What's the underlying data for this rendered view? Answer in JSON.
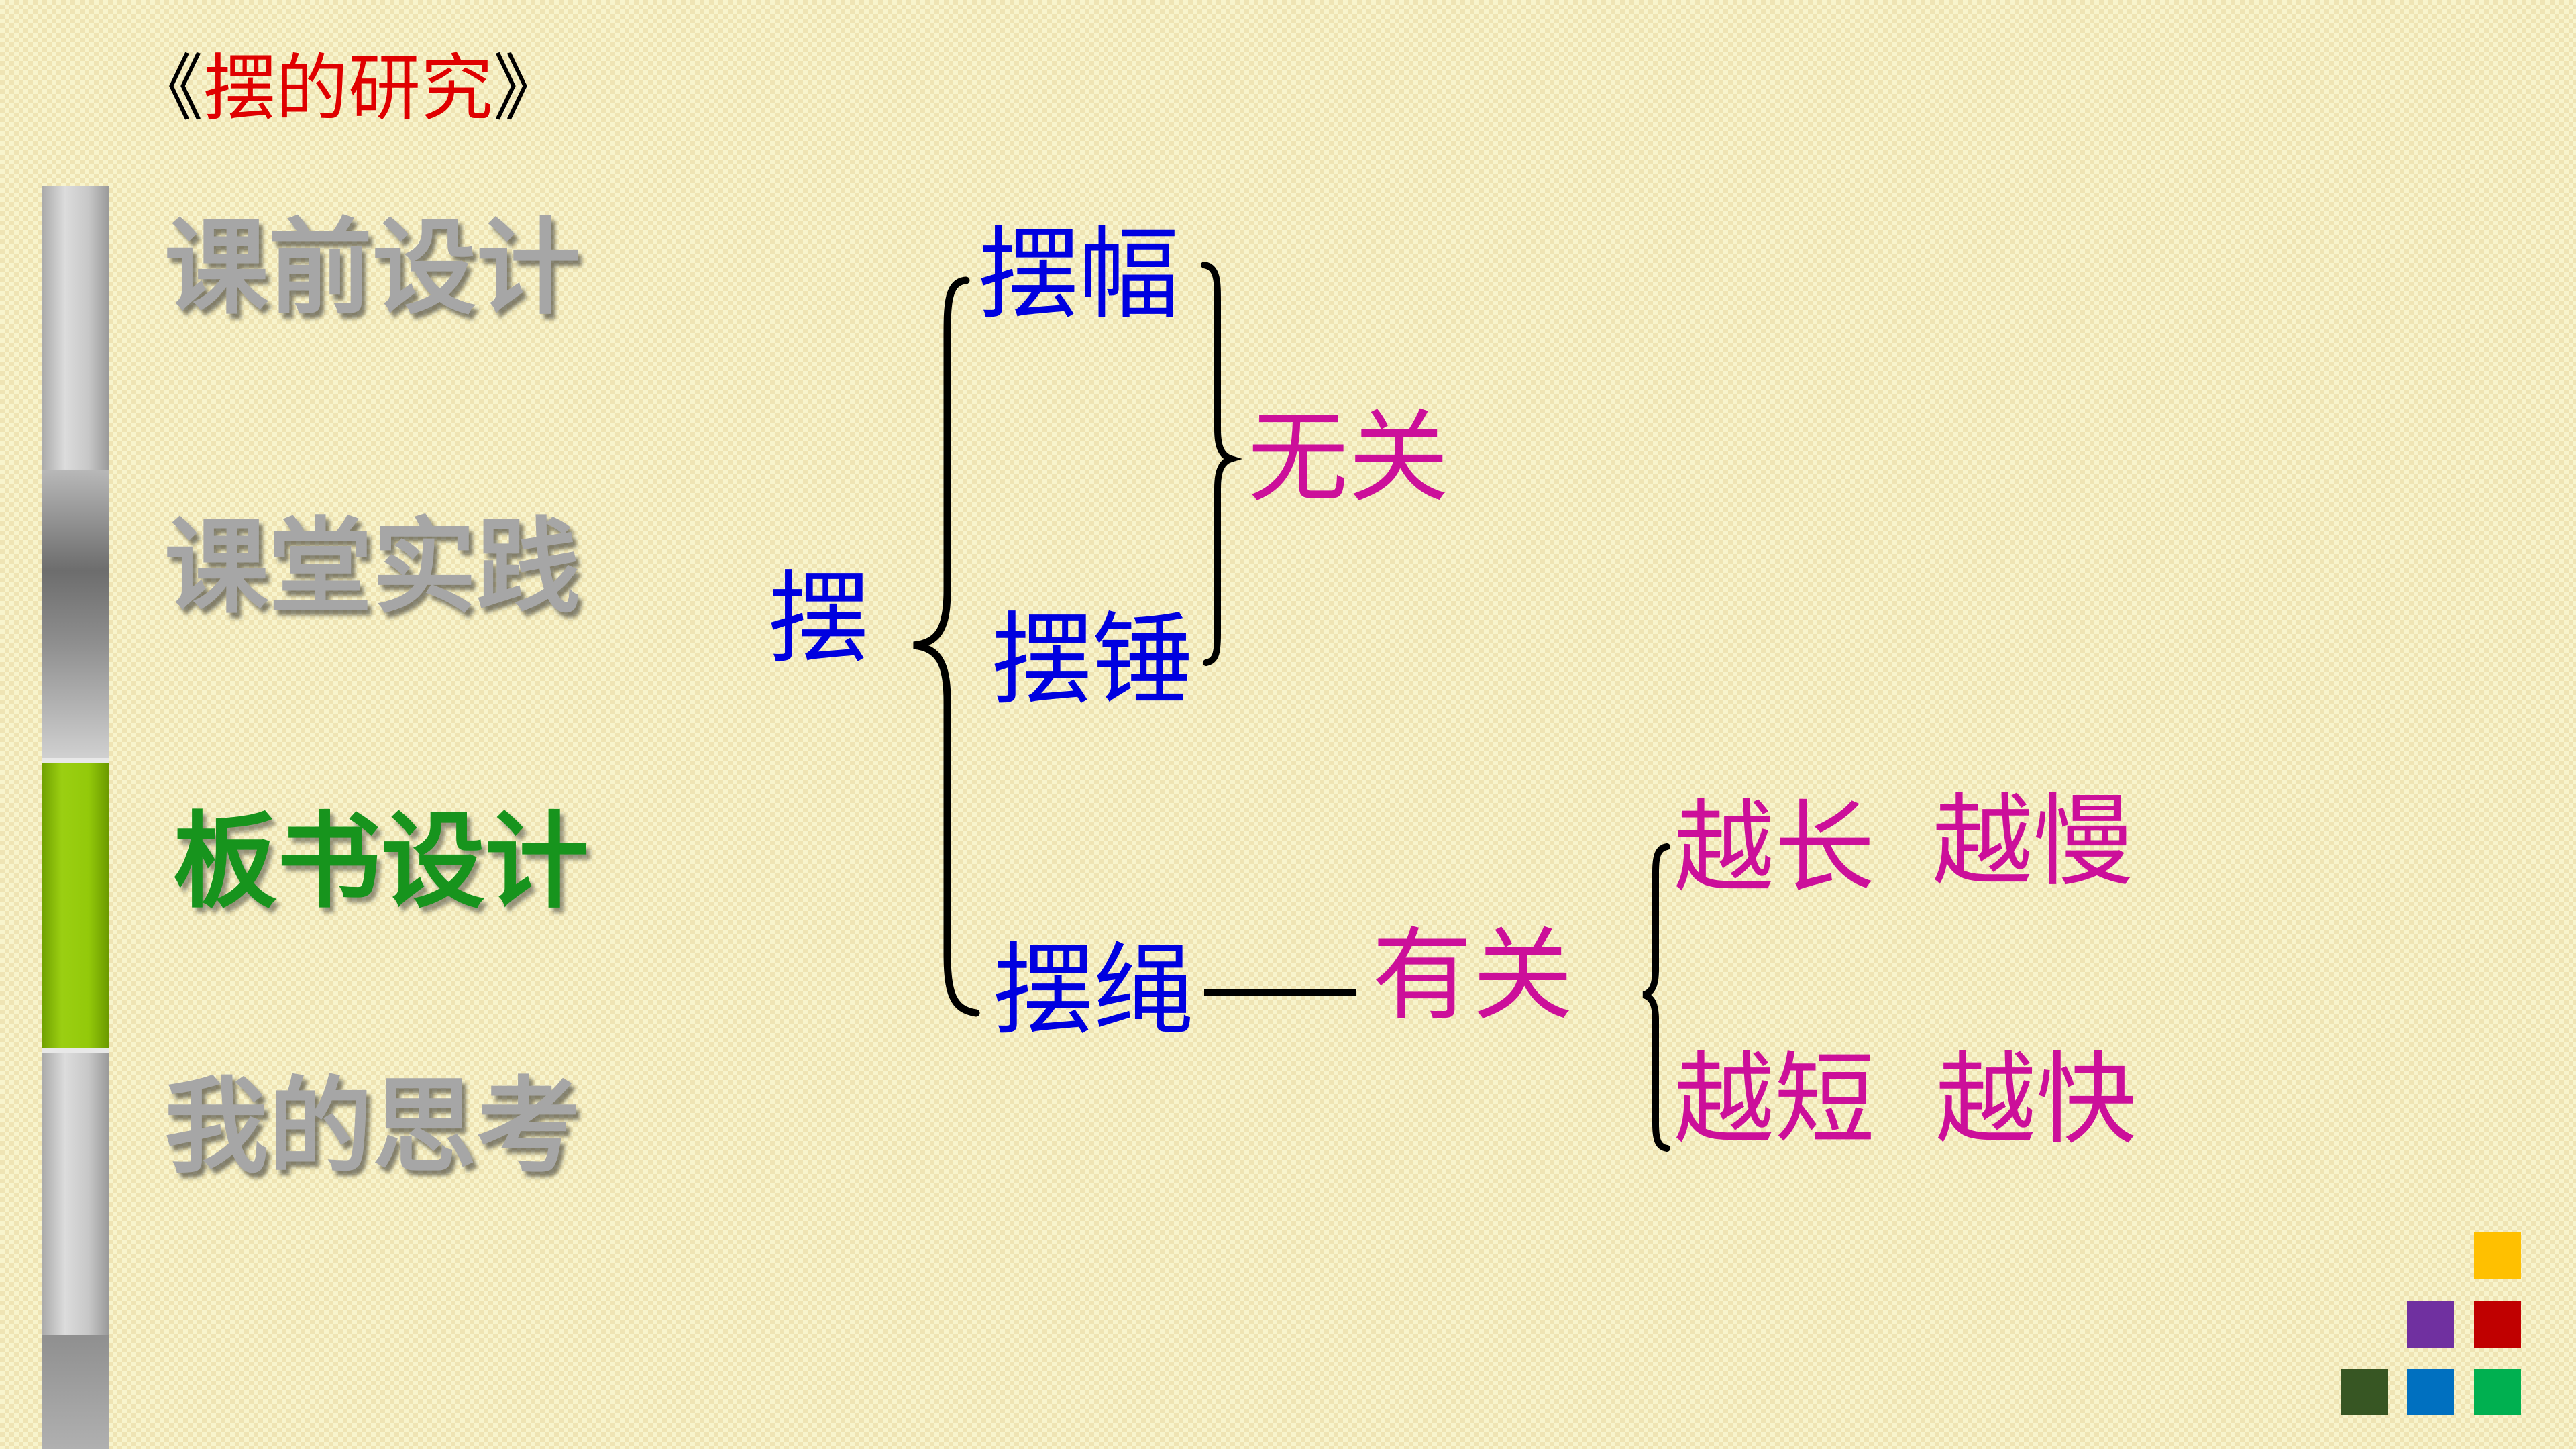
{
  "title": {
    "open_bracket": "《",
    "name": "摆的研究",
    "close_bracket": "》"
  },
  "nav": {
    "items": [
      {
        "label": "课前设计"
      },
      {
        "label": "课堂实践"
      },
      {
        "label": "板书设计"
      },
      {
        "label": "我的思考"
      }
    ],
    "active_index": 2
  },
  "diagram": {
    "root": "摆",
    "amplitude": "摆幅",
    "bob": "摆锤",
    "rope": "摆绳",
    "unrelated": "无关",
    "related": "有关",
    "longer": "越长",
    "slower": "越慢",
    "shorter": "越短",
    "faster": "越快"
  },
  "colors": {
    "title_red": "#e00000",
    "node_blue": "#0000e0",
    "relation_magenta": "#cc0f9a",
    "active_green": "#17941d",
    "nav_gray": "#a6a6a6"
  },
  "decor": {
    "squares": [
      "#ffc000",
      "#7030a0",
      "#c00000",
      "#375623",
      "#0070c0",
      "#00b050"
    ]
  }
}
